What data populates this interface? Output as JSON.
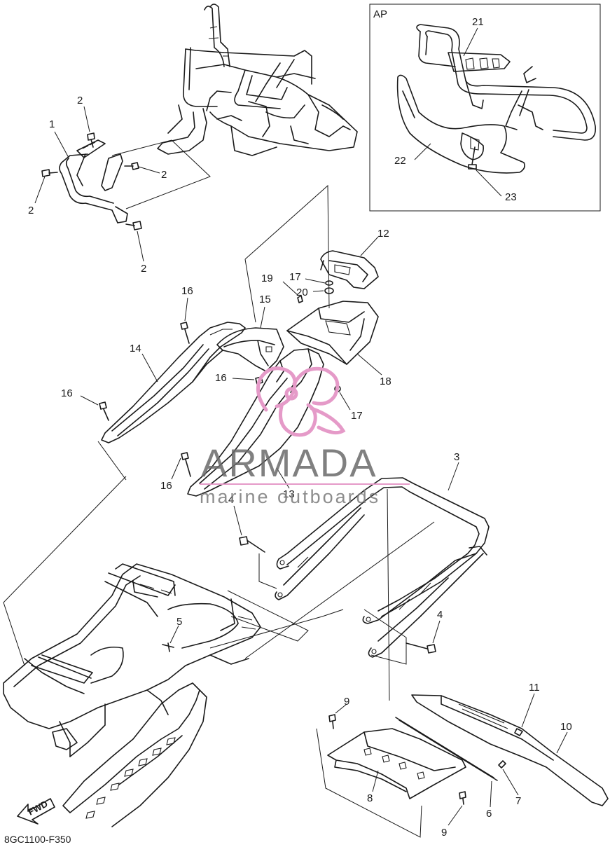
{
  "diagram": {
    "code": "8GC1100-F350",
    "inset_label": "AP",
    "fwd_label": "FWD",
    "watermark": {
      "title": "ARMADA",
      "subtitle": "marine outboards",
      "logo_color": "#e59ac8",
      "text_color": "#6b6b6b"
    },
    "line_color": "#1a1a1a",
    "callouts": [
      "1",
      "2",
      "2",
      "2",
      "2",
      "2",
      "3",
      "4",
      "4",
      "5",
      "6",
      "7",
      "8",
      "9",
      "9",
      "10",
      "11",
      "12",
      "13",
      "14",
      "15",
      "16",
      "16",
      "16",
      "16",
      "17",
      "17",
      "18",
      "19",
      "20",
      "21",
      "22",
      "23"
    ]
  }
}
